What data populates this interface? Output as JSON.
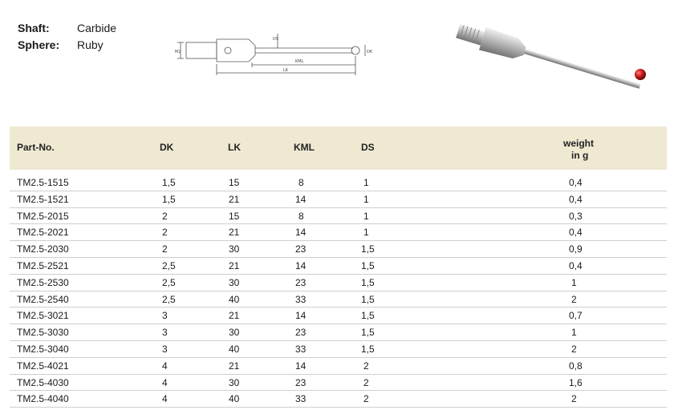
{
  "specs": {
    "shaft": {
      "label": "Shaft:",
      "value": "Carbide"
    },
    "sphere": {
      "label": "Sphere:",
      "value": "Ruby"
    }
  },
  "drawing_labels": {
    "dk": "DK",
    "lk": "LK",
    "kml": "KML",
    "ds": "DS",
    "m2": "M2"
  },
  "table": {
    "headers": {
      "part": "Part-No.",
      "dk": "DK",
      "lk": "LK",
      "kml": "KML",
      "ds": "DS",
      "weight_1": "weight",
      "weight_2": "in g"
    },
    "rows": [
      {
        "part": "TM2.5-1515",
        "dk": "1,5",
        "lk": "15",
        "kml": "8",
        "ds": "1",
        "weight": "0,4"
      },
      {
        "part": "TM2.5-1521",
        "dk": "1,5",
        "lk": "21",
        "kml": "14",
        "ds": "1",
        "weight": "0,4"
      },
      {
        "part": "TM2.5-2015",
        "dk": "2",
        "lk": "15",
        "kml": "8",
        "ds": "1",
        "weight": "0,3"
      },
      {
        "part": "TM2.5-2021",
        "dk": "2",
        "lk": "21",
        "kml": "14",
        "ds": "1",
        "weight": "0,4"
      },
      {
        "part": "TM2.5-2030",
        "dk": "2",
        "lk": "30",
        "kml": "23",
        "ds": "1,5",
        "weight": "0,9"
      },
      {
        "part": "TM2.5-2521",
        "dk": "2,5",
        "lk": "21",
        "kml": "14",
        "ds": "1,5",
        "weight": "0,4"
      },
      {
        "part": "TM2.5-2530",
        "dk": "2,5",
        "lk": "30",
        "kml": "23",
        "ds": "1,5",
        "weight": "1"
      },
      {
        "part": "TM2.5-2540",
        "dk": "2,5",
        "lk": "40",
        "kml": "33",
        "ds": "1,5",
        "weight": "2"
      },
      {
        "part": "TM2.5-3021",
        "dk": "3",
        "lk": "21",
        "kml": "14",
        "ds": "1,5",
        "weight": "0,7"
      },
      {
        "part": "TM2.5-3030",
        "dk": "3",
        "lk": "30",
        "kml": "23",
        "ds": "1,5",
        "weight": "1"
      },
      {
        "part": "TM2.5-3040",
        "dk": "3",
        "lk": "40",
        "kml": "33",
        "ds": "1,5",
        "weight": "2"
      },
      {
        "part": "TM2.5-4021",
        "dk": "4",
        "lk": "21",
        "kml": "14",
        "ds": "2",
        "weight": "0,8"
      },
      {
        "part": "TM2.5-4030",
        "dk": "4",
        "lk": "30",
        "kml": "23",
        "ds": "2",
        "weight": "1,6"
      },
      {
        "part": "TM2.5-4040",
        "dk": "4",
        "lk": "40",
        "kml": "33",
        "ds": "2",
        "weight": "2"
      }
    ]
  }
}
